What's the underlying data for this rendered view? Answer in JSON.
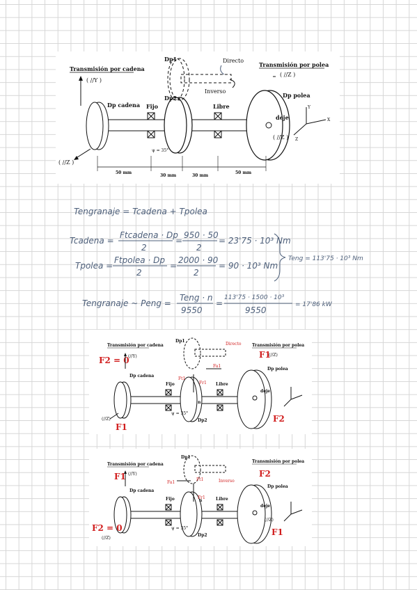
{
  "fig1": {
    "title_left": "Transmisión por cadena",
    "title_right": "Transmisión por polea",
    "axis_y_left": "( //Y )",
    "axis_z_left": "( //Z )",
    "dp_cadena": "Dp cadena",
    "dp_polea": "Dp polea",
    "dp1": "Dp1",
    "dp2": "Dp2",
    "directo": "Directo",
    "inverso": "Inverso",
    "fijo": "Fijo",
    "libre": "Libre",
    "deje": "deje",
    "axis_z_right": "( //Z )",
    "axis_z_right2": "( //Z )",
    "psi": "ψ = 35°",
    "dim1": "50 mm",
    "dim2": "30 mm",
    "dim3": "30 mm",
    "dim4": "50 mm",
    "coord_x": "X",
    "coord_y": "Y",
    "coord_z": "Z"
  },
  "calc": {
    "line1": "Tengranaje = Tcadena + Tpolea",
    "tcad_lhs": "Tcadena =",
    "tcad_num": "Ftcadena · Dp",
    "tcad_den": "2",
    "tcad_eq": "=",
    "tcad_num2": "950 · 50",
    "tcad_den2": "2",
    "tcad_res": "= 23'75 · 10³ Nm",
    "tpol_lhs": "Tpolea =",
    "tpol_num": "Ftpolea · Dp",
    "tpol_den": "2",
    "tpol_eq": "=",
    "tpol_num2": "2000 · 90",
    "tpol_den2": "2",
    "tpol_res": "= 90 · 10³ Nm",
    "teng": "Teng = 113'75 · 10³ Nm",
    "p_lhs": "Tengranaje ~ Peng =",
    "p_num": "Teng · n",
    "p_den": "9550",
    "p_eq": "=",
    "p_num2": "113'75 · 1500 · 10³",
    "p_den2": "9550",
    "p_res": "= 17'86 kW"
  },
  "fig2": {
    "title_left": "Transmisión por cadena",
    "title_right": "Transmisión por polea",
    "f2": "F2 = 0",
    "f1_left": "F1",
    "axis_y": "(//Y)",
    "axis_z": "(//Z)",
    "dp_cadena": "Dp cadena",
    "dp_polea": "Dp polea",
    "dp1": "Dp1",
    "dp2": "Dp2",
    "directo": "Directo",
    "fijo": "Fijo",
    "libre": "Libre",
    "fr1": "Fr1",
    "ft1": "Ft1",
    "fa1": "Fa1",
    "n": "n",
    "psi": "ψ = 35°",
    "f1_right": "F1",
    "f2_right": "F2",
    "axis_z_r": "(//Z)",
    "deje": "deje"
  },
  "fig3": {
    "title_left": "Transmisión por cadena",
    "title_right": "Transmisión por polea",
    "f1_left": "F1",
    "f2_left": "F2 = 0",
    "axis_y": "(//Y)",
    "axis_z": "(//Z)",
    "dp_cadena": "Dp cadena",
    "dp_polea": "Dp polea",
    "dp1": "Dp1",
    "dp2": "Dp2",
    "inverso": "Inverso",
    "fijo": "Fijo",
    "libre": "Libre",
    "fr1": "Fr1",
    "ft1": "Ft1",
    "fa1": "Fa1",
    "n": "n",
    "psi": "ψ = 35°",
    "f2_right": "F2",
    "f1_right": "F1",
    "axis_z_r": "(//Z)",
    "deje": "deje"
  }
}
